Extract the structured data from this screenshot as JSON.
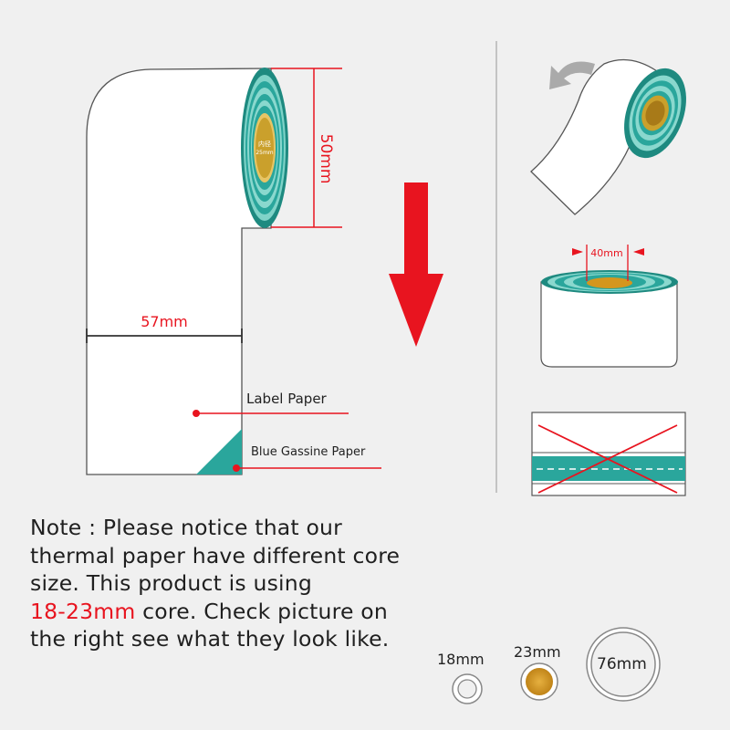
{
  "dimensions": {
    "height_label": "50mm",
    "width_label": "57mm",
    "inner_core_label": "40mm",
    "core_text_line1": "内径",
    "core_text_line2": "25mm"
  },
  "callouts": {
    "label_paper": "Label Paper",
    "blue_paper": "Blue Gassine Paper"
  },
  "note": {
    "line1": "Note : Please notice that our",
    "line2": "thermal paper have different core",
    "line3": "size. This product is using",
    "highlight": "18-23mm",
    "line4_rest": " core. Check picture on",
    "line5": "the right see what they look like."
  },
  "cores": [
    {
      "label": "18mm"
    },
    {
      "label": "23mm"
    },
    {
      "label": "76mm"
    }
  ],
  "colors": {
    "teal": "#2aa69c",
    "red": "#e8141f",
    "core_gold": "#d4961e",
    "background": "#f0f0f0"
  }
}
